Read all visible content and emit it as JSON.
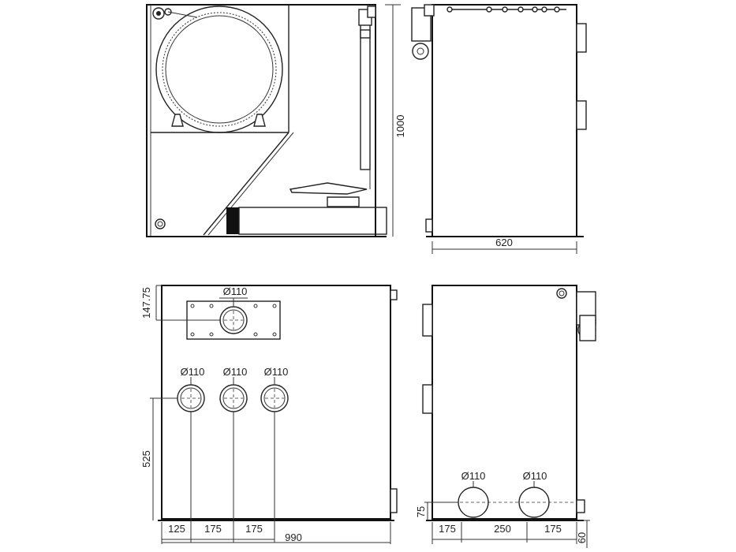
{
  "dimensions": {
    "height_main": "1000",
    "width_side": "620",
    "top_offset": "147.75",
    "inlet_height": "525",
    "spacing_left": "125",
    "spacing_mid1": "175",
    "spacing_mid2": "175",
    "total_width": "990",
    "side_left": "175",
    "side_mid": "250",
    "side_right": "175",
    "outlet_height": "75",
    "bottom_offset": "60"
  },
  "pipes": {
    "top_pipe": "Ø110",
    "front_pipe_1": "Ø110",
    "front_pipe_2": "Ø110",
    "front_pipe_3": "Ø110",
    "side_pipe_1": "Ø110",
    "side_pipe_2": "Ø110"
  }
}
